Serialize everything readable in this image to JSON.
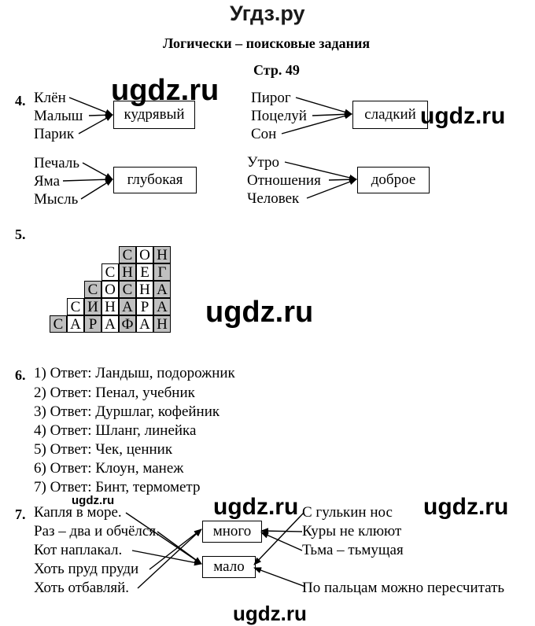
{
  "site_title": "Угдз.ру",
  "heading": "Логически – поисковые задания",
  "page_label": "Стр. 49",
  "watermark": "ugdz.ru",
  "task4": {
    "number": "4.",
    "groups": [
      {
        "words": [
          "Клён",
          "Малыш",
          "Парик"
        ],
        "answer": "кудрявый"
      },
      {
        "words": [
          "Пирог",
          "Поцелуй",
          "Сон"
        ],
        "answer": "сладкий"
      },
      {
        "words": [
          "Печаль",
          "Яма",
          "Мысль"
        ],
        "answer": "глубокая"
      },
      {
        "words": [
          "Утро",
          "Отношения",
          "Человек"
        ],
        "answer": "доброе"
      }
    ]
  },
  "task5": {
    "number": "5.",
    "rows": [
      [
        "С",
        "О",
        "Н"
      ],
      [
        "С",
        "Н",
        "Е",
        "Г"
      ],
      [
        "С",
        "О",
        "С",
        "Н",
        "А"
      ],
      [
        "С",
        "И",
        "Н",
        "А",
        "Р",
        "А"
      ],
      [
        "С",
        "А",
        "Р",
        "А",
        "Ф",
        "А",
        "Н"
      ]
    ]
  },
  "task6": {
    "number": "6.",
    "answers": [
      "1) Ответ: Ландыш, подорожник",
      "2) Ответ: Пенал, учебник",
      "3) Ответ: Дуршлаг, кофейник",
      "4) Ответ:  Шланг, линейка",
      "5) Ответ: Чек, ценник",
      "6) Ответ: Клоун, манеж",
      "7) Ответ: Бинт, термометр"
    ]
  },
  "task7": {
    "number": "7.",
    "left": [
      "Капля в море.",
      "Раз – два и обчёлся.",
      "Кот наплакал.",
      "Хоть пруд пруди",
      "Хоть отбавляй."
    ],
    "right": [
      "С гулькин нос",
      "Куры не клюют",
      "Тьма – тьмущая",
      "По пальцам можно пересчитать"
    ],
    "boxes": [
      "много",
      "мало"
    ]
  }
}
